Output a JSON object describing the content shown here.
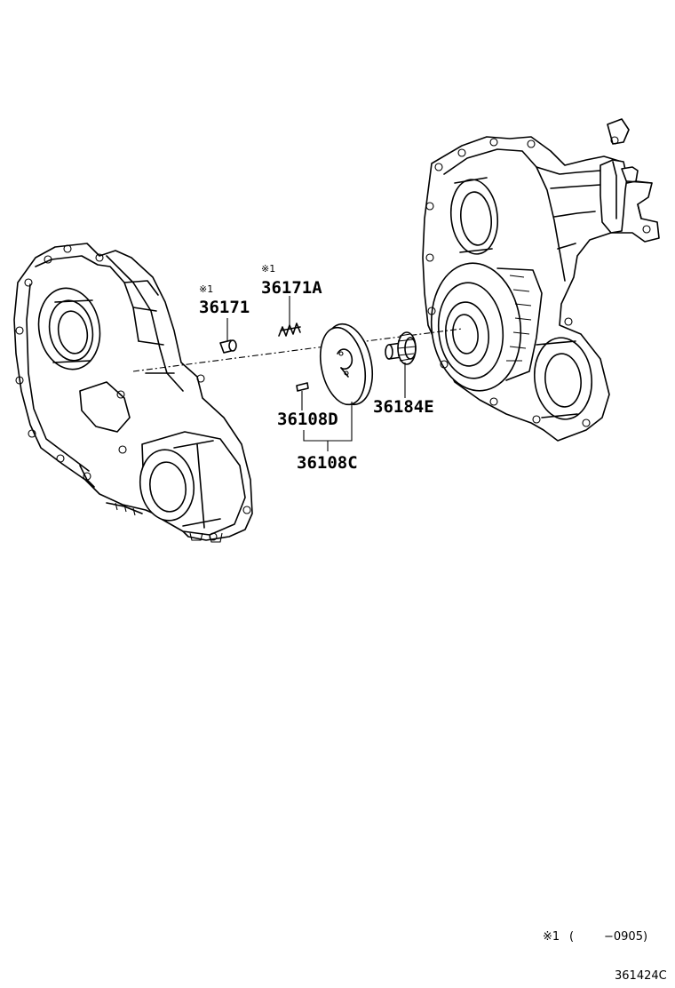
{
  "parts": {
    "p36171": {
      "number": "36171",
      "mark": "※1"
    },
    "p36171A": {
      "number": "36171A",
      "mark": "※1"
    },
    "p36108D": {
      "number": "36108D"
    },
    "p36108C": {
      "number": "36108C"
    },
    "p36184E": {
      "number": "36184E"
    }
  },
  "footnote": {
    "mark": "※1",
    "open_paren": "(",
    "range": "−0905)"
  },
  "diagram_id": "361424C"
}
